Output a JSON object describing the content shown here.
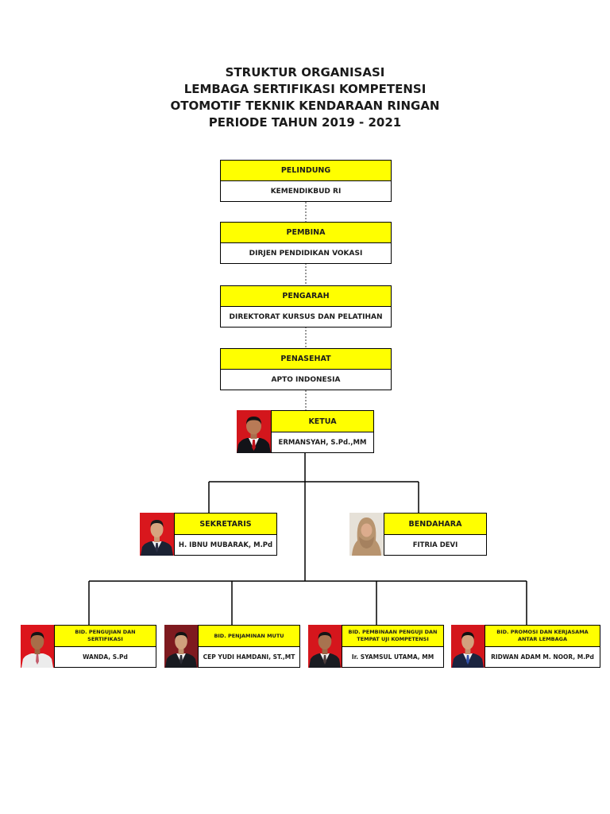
{
  "title": {
    "line1": "STRUKTUR ORGANISASI",
    "line2": "LEMBAGA SERTIFIKASI KOMPETENSI",
    "line3": "OTOMOTIF TEKNIK KENDARAAN RINGAN",
    "line4": "PERIODE TAHUN 2019 - 2021"
  },
  "colors": {
    "role_header": "#FFFF00",
    "border": "#000000",
    "text": "#1c1c1c"
  },
  "advisory": [
    {
      "role": "PELINDUNG",
      "name": "KEMENDIKBUD RI"
    },
    {
      "role": "PEMBINA",
      "name": "DIRJEN PENDIDIKAN VOKASI"
    },
    {
      "role": "PENGARAH",
      "name": "DIREKTORAT KURSUS DAN PELATIHAN"
    },
    {
      "role": "PENASEHAT",
      "name": "APTO INDONESIA"
    }
  ],
  "ketua": {
    "role": "KETUA",
    "name": "ERMANSYAH, S.Pd.,MM",
    "photo_bg": "#d3161c"
  },
  "sekretaris": {
    "role": "SEKRETARIS",
    "name": "H. IBNU MUBARAK, M.Pd",
    "photo_bg": "#d9171d"
  },
  "bendahara": {
    "role": "BENDAHARA",
    "name": "FITRIA DEVI",
    "photo_bg": "#e6e1d8"
  },
  "divisions": [
    {
      "role_line1": "BID. PENGUJIAN DAN",
      "role_line2": "SERTIFIKASI",
      "name": "WANDA, S.Pd",
      "photo_bg": "#dc151c"
    },
    {
      "role_line1": "BID. PENJAMINAN MUTU",
      "name": "CEP YUDI HAMDANI, ST.,MT",
      "photo_bg": "#7e1a1f"
    },
    {
      "role_line1": "BID. PEMBINAAN PENGUJI DAN",
      "role_line2": "TEMPAT UJI KOMPETENSI",
      "name": "Ir. SYAMSUL UTAMA, MM",
      "photo_bg": "#d5161c"
    },
    {
      "role_line1": "BID. PROMOSI DAN KERJASAMA",
      "role_line2": "ANTAR LEMBAGA",
      "name": "RIDWAN ADAM M. NOOR, M.Pd",
      "photo_bg": "#d4161c"
    }
  ]
}
